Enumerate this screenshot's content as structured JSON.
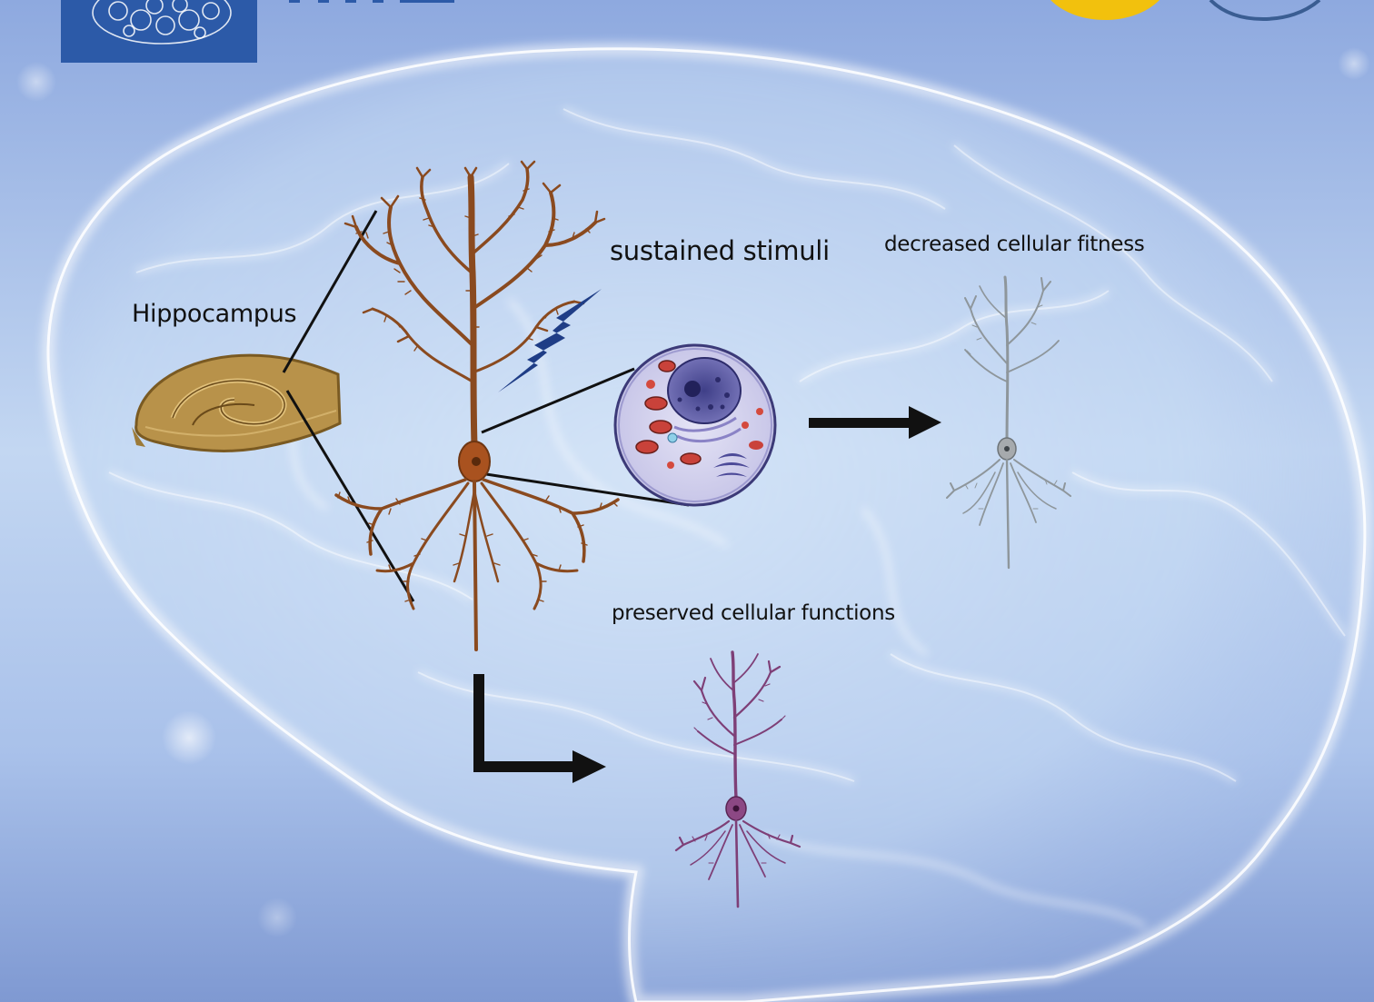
{
  "labels": {
    "hippocampus": "Hippocampus",
    "stimuli": "sustained stimuli",
    "decreased": "decreased cellular fitness",
    "preserved": "preserved cellular functions"
  },
  "colors": {
    "background_top": "#8ea9df",
    "background_mid": "#c3d7f2",
    "brain_glow": "#ffffff",
    "logo_blue": "#2c5aa8",
    "badge_yellow": "#f2c10d",
    "badge_ring": "#3a5d92",
    "hippocampus_fill": "#b8924a",
    "neuron_brown": "#8a4a1f",
    "neuron_gray": "#8e969b",
    "neuron_purple": "#7e3f77",
    "cell_body": "#d7d4ee",
    "nucleus": "#5e5ca0",
    "lightning": "#1f3d86",
    "arrow": "#111111"
  },
  "icons": [
    "brain-outline",
    "hippocampus-icon",
    "pyramidal-neuron-icon",
    "lightning-icon",
    "cell-organelles-icon",
    "arrow-right-icon",
    "elbow-arrow-icon"
  ]
}
